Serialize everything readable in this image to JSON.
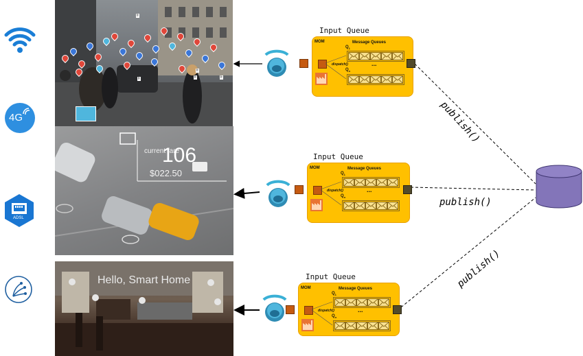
{
  "left_icons": [
    {
      "name": "wifi-icon",
      "label": ""
    },
    {
      "name": "4g-icon",
      "label": "4G"
    },
    {
      "name": "adsl-icon",
      "label": "ADSL"
    },
    {
      "name": "radio-signal-icon",
      "label": ""
    }
  ],
  "photos": {
    "street": {
      "badges": [
        "fr",
        "fr",
        "fr",
        "fr",
        "fr"
      ]
    },
    "road": {
      "overlay_big": "106",
      "overlay_small": "current fare",
      "overlay_price": "$022.50"
    },
    "home": {
      "title": "Hello, Smart Home"
    }
  },
  "pipelines": [
    {
      "input_queue": "Input Queue",
      "mom": "MOM",
      "message_queues": "Message Queues",
      "q1": "Q",
      "q1_sub": "1",
      "qn": "Q",
      "qn_sub": "n",
      "dispatch": "dispatch()",
      "dots": "..."
    },
    {
      "input_queue": "Input Queue",
      "mom": "MOM",
      "message_queues": "Message Queues",
      "q1": "Q",
      "q1_sub": "1",
      "qn": "Q",
      "qn_sub": "n",
      "dispatch": "dispatch()",
      "dots": "..."
    },
    {
      "input_queue": "Input Queue",
      "mom": "MOM",
      "message_queues": "Message Queues",
      "q1": "Q",
      "q1_sub": "1",
      "qn": "Q",
      "qn_sub": "n",
      "dispatch": "dispatch()",
      "dots": "..."
    }
  ],
  "publish_labels": [
    "publish()",
    "publish()",
    "publish()"
  ],
  "colors": {
    "mom_box": "#FFC000",
    "mom_border": "#E8A000",
    "queue_fill": "#F8E08E",
    "queue_border": "#8A6A1A",
    "orange_square": "#C55A11",
    "dark_square": "#524A2A",
    "database": "#7F6FB8",
    "sensor": "#3A9FC4"
  }
}
